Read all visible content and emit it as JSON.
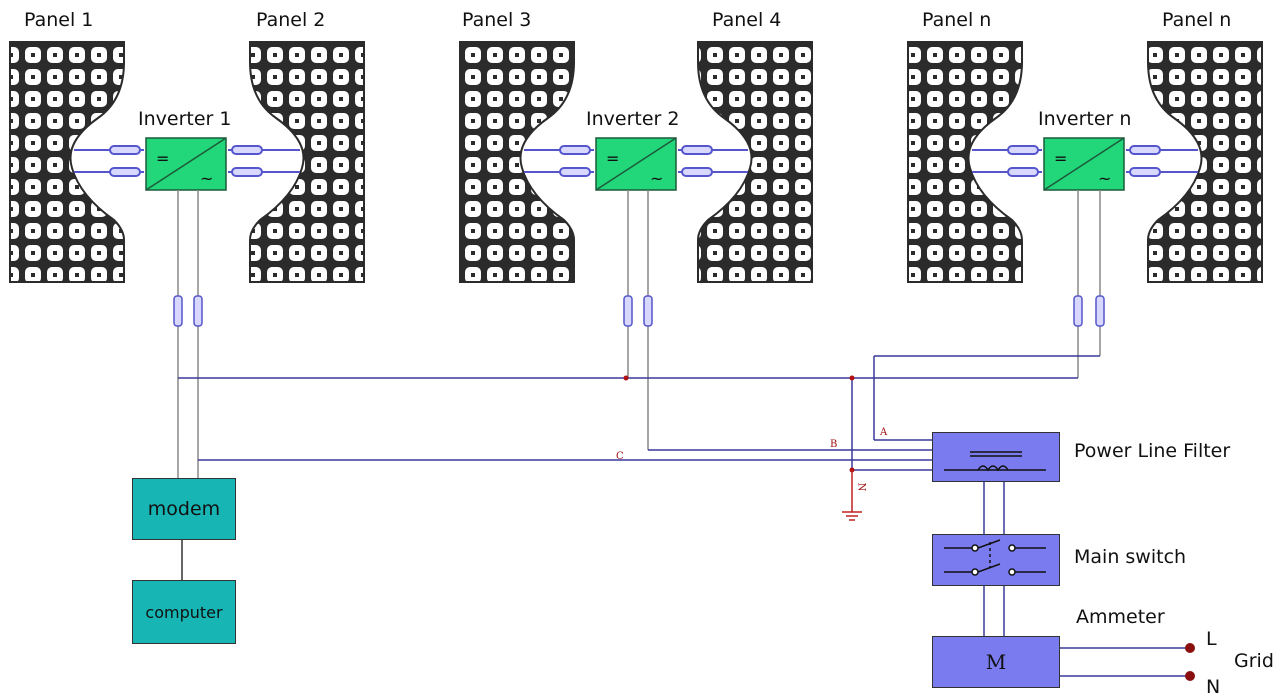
{
  "panels": [
    "Panel 1",
    "Panel 2",
    "Panel 3",
    "Panel 4",
    "Panel n",
    "Panel n"
  ],
  "inverters": [
    "Inverter 1",
    "Inverter 2",
    "Inverter n"
  ],
  "boxes": {
    "modem": "modem",
    "computer": "computer",
    "meter_symbol": "M"
  },
  "labels": {
    "power_line_filter": "Power Line  Filter",
    "main_switch": "Main switch",
    "ammeter": "Ammeter",
    "grid": "Grid",
    "L": "L",
    "N": "N"
  },
  "wire_tags": {
    "A": "A",
    "B": "B",
    "C": "C",
    "N": "N"
  },
  "colors": {
    "panel_frame": "#2b2b2b",
    "panel_cells": "#ffffff",
    "inverter": "#22d67a",
    "modem_box": "#17b6b4",
    "switch_box": "#7b7bf0",
    "wire": "#3a3a9a",
    "ground": "#c02020",
    "junction": "#b01010"
  }
}
